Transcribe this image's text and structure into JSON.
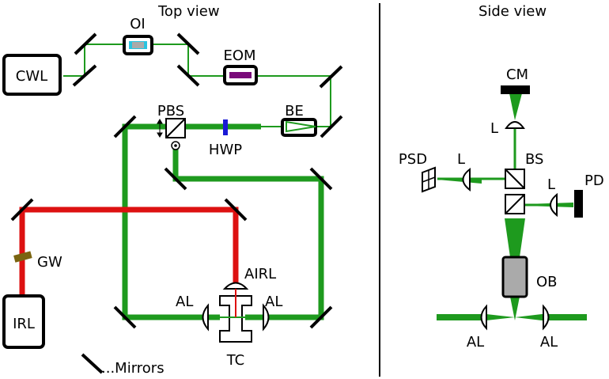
{
  "panels": {
    "top_view_title": "Top view",
    "side_view_title": "Side view"
  },
  "top_view": {
    "cwl": "CWL",
    "oi": "OI",
    "eom": "EOM",
    "pbs": "PBS",
    "hwp": "HWP",
    "be": "BE",
    "gw": "GW",
    "irl": "IRL",
    "airl": "AIRL",
    "al_left": "AL",
    "al_right": "AL",
    "tc": "TC",
    "mirrors_legend": "...Mirrors"
  },
  "side_view": {
    "cm": "CM",
    "l_top": "L",
    "bs": "BS",
    "psd": "PSD",
    "l_left": "L",
    "l_right": "L",
    "pd": "PD",
    "ob": "OB",
    "al_left": "AL",
    "al_right": "AL"
  },
  "colors": {
    "green_beam": "#1e9a1e",
    "red_beam": "#dd1111",
    "eom": "#7a0a7a",
    "hwp": "#1a1ad6",
    "gw": "#7a6410",
    "oi_window": "#29c4e0",
    "ob": "#aaaaaa"
  }
}
